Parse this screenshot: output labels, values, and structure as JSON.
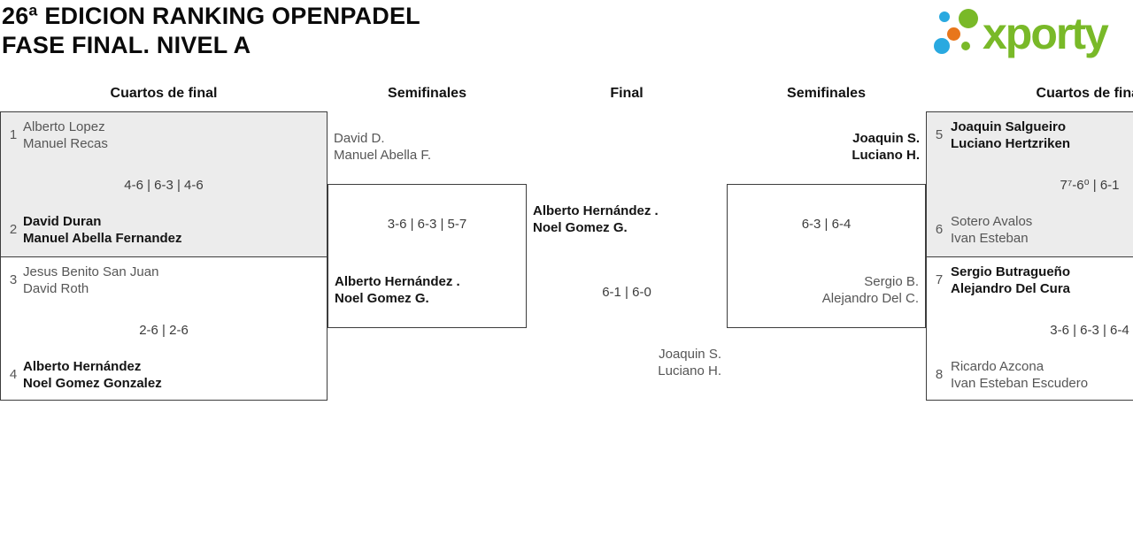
{
  "title": {
    "line1": "26ª EDICION RANKING OPENPADEL",
    "line2": "FASE FINAL. NIVEL A"
  },
  "logo": {
    "brand": "xporty"
  },
  "theme": {
    "green": "#79B928",
    "blue": "#29A9E0",
    "orange": "#E8761B",
    "box_gray": "#ececec",
    "border": "#3d3d3d",
    "text_dark": "#141414",
    "text_gray": "#565656"
  },
  "rounds": [
    {
      "label": "Cuartos de final"
    },
    {
      "label": "Semifinales"
    },
    {
      "label": "Final"
    },
    {
      "label": "Semifinales"
    },
    {
      "label": "Cuartos de final"
    }
  ],
  "matches": {
    "qf_left_1": {
      "round": "Cuartos de final",
      "top": {
        "seed": "1",
        "players": [
          "Alberto Lopez",
          "Manuel Recas"
        ],
        "winner": false
      },
      "score": "4-6 | 6-3 | 4-6",
      "bottom": {
        "seed": "2",
        "players": [
          "David Duran",
          "Manuel Abella Fernandez"
        ],
        "winner": true
      }
    },
    "qf_left_2": {
      "round": "Cuartos de final",
      "top": {
        "seed": "3",
        "players": [
          "Jesus Benito San Juan",
          "David Roth"
        ],
        "winner": false
      },
      "score": "2-6 | 2-6",
      "bottom": {
        "seed": "4",
        "players": [
          "Alberto Hernández",
          "Noel Gomez Gonzalez"
        ],
        "winner": true
      }
    },
    "sf_left": {
      "round": "Semifinales",
      "top": {
        "players": [
          "David D.",
          "Manuel Abella F."
        ],
        "winner": false
      },
      "score": "3-6 | 6-3 | 5-7",
      "bottom": {
        "players": [
          "Alberto Hernández .",
          "Noel Gomez G."
        ],
        "winner": true
      }
    },
    "final": {
      "round": "Final",
      "top": {
        "players": [
          "Alberto Hernández .",
          "Noel Gomez G."
        ],
        "winner": true
      },
      "score": "6-1 | 6-0",
      "bottom": {
        "players": [
          "Joaquin S.",
          "Luciano H."
        ],
        "winner": false
      }
    },
    "sf_right": {
      "round": "Semifinales",
      "top": {
        "players": [
          "Joaquin S.",
          "Luciano H."
        ],
        "winner": true
      },
      "score": "6-3 | 6-4",
      "bottom": {
        "players": [
          "Sergio B.",
          "Alejandro Del C."
        ],
        "winner": false
      }
    },
    "qf_right_1": {
      "round": "Cuartos de final",
      "top": {
        "seed": "5",
        "players": [
          "Joaquin Salgueiro",
          "Luciano Hertzriken"
        ],
        "winner": true
      },
      "score": "7⁷-6⁰ | 6-1",
      "bottom": {
        "seed": "6",
        "players": [
          "Sotero Avalos",
          "Ivan Esteban"
        ],
        "winner": false
      }
    },
    "qf_right_2": {
      "round": "Cuartos de final",
      "top": {
        "seed": "7",
        "players": [
          "Sergio Butragueño",
          "Alejandro Del Cura"
        ],
        "winner": true
      },
      "score": "3-6 | 6-3 | 6-4",
      "bottom": {
        "seed": "8",
        "players": [
          "Ricardo Azcona",
          "Ivan Esteban Escudero"
        ],
        "winner": false
      }
    }
  }
}
